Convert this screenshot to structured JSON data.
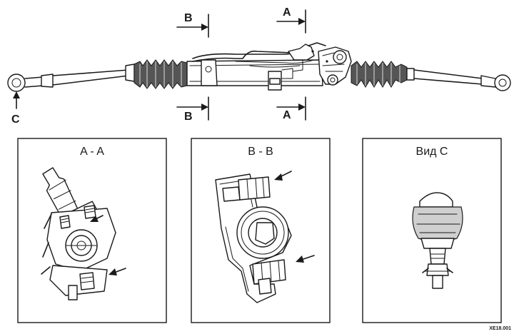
{
  "markers": {
    "section_a": "A",
    "section_b": "B",
    "view_c": "C"
  },
  "panels": {
    "section_aa": {
      "title": "A - A"
    },
    "section_bb": {
      "title": "B - B"
    },
    "view_c": {
      "title": "Вид C"
    }
  },
  "reference_code": "XE18.001"
}
